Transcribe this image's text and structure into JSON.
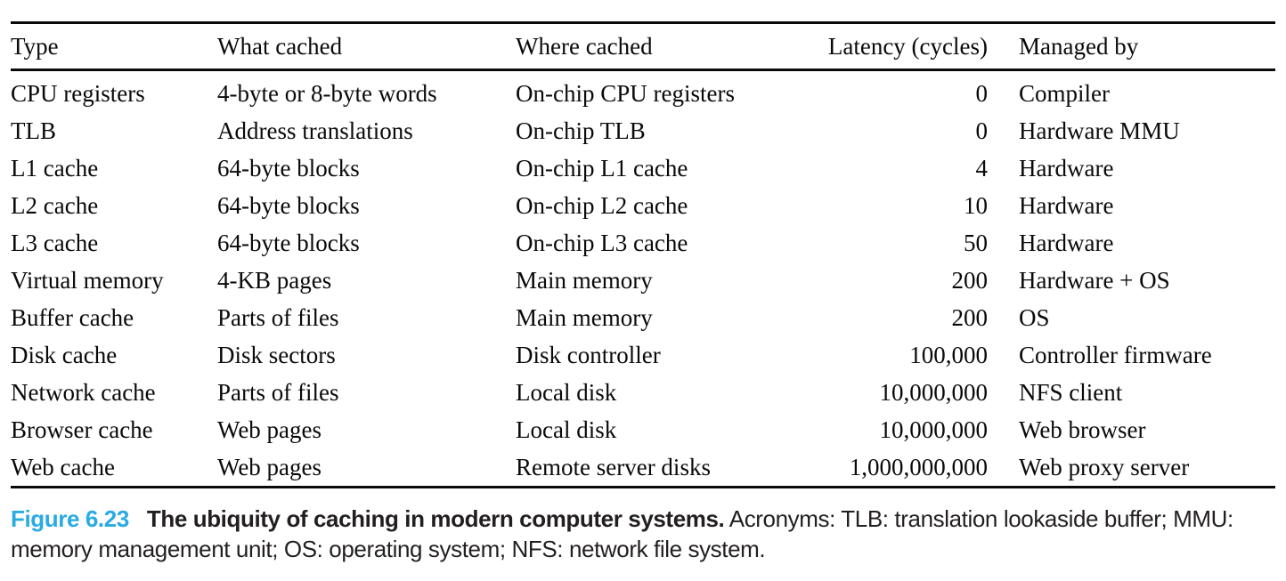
{
  "table": {
    "columns": [
      "Type",
      "What cached",
      "Where cached",
      "Latency (cycles)",
      "Managed by"
    ],
    "rows": [
      [
        "CPU registers",
        "4-byte or 8-byte words",
        "On-chip CPU registers",
        "0",
        "Compiler"
      ],
      [
        "TLB",
        "Address translations",
        "On-chip TLB",
        "0",
        "Hardware MMU"
      ],
      [
        "L1 cache",
        "64-byte blocks",
        "On-chip L1 cache",
        "4",
        "Hardware"
      ],
      [
        "L2 cache",
        "64-byte blocks",
        "On-chip L2 cache",
        "10",
        "Hardware"
      ],
      [
        "L3 cache",
        "64-byte blocks",
        "On-chip L3 cache",
        "50",
        "Hardware"
      ],
      [
        "Virtual memory",
        "4-KB pages",
        "Main memory",
        "200",
        "Hardware + OS"
      ],
      [
        "Buffer cache",
        "Parts of files",
        "Main memory",
        "200",
        "OS"
      ],
      [
        "Disk cache",
        "Disk sectors",
        "Disk controller",
        "100,000",
        "Controller firmware"
      ],
      [
        "Network cache",
        "Parts of files",
        "Local disk",
        "10,000,000",
        "NFS client"
      ],
      [
        "Browser cache",
        "Web pages",
        "Local disk",
        "10,000,000",
        "Web browser"
      ],
      [
        "Web cache",
        "Web pages",
        "Remote server disks",
        "1,000,000,000",
        "Web proxy server"
      ]
    ]
  },
  "caption": {
    "label": "Figure 6.23",
    "title": "The ubiquity of caching in modern computer systems.",
    "body": "Acronyms: TLB: translation lookaside buffer; MMU: memory management unit; OS: operating system; NFS: network file system."
  },
  "colors": {
    "figure_label_blue": "#29abe2",
    "text_black": "#0a0a0a",
    "caption_dark": "#231f20"
  }
}
